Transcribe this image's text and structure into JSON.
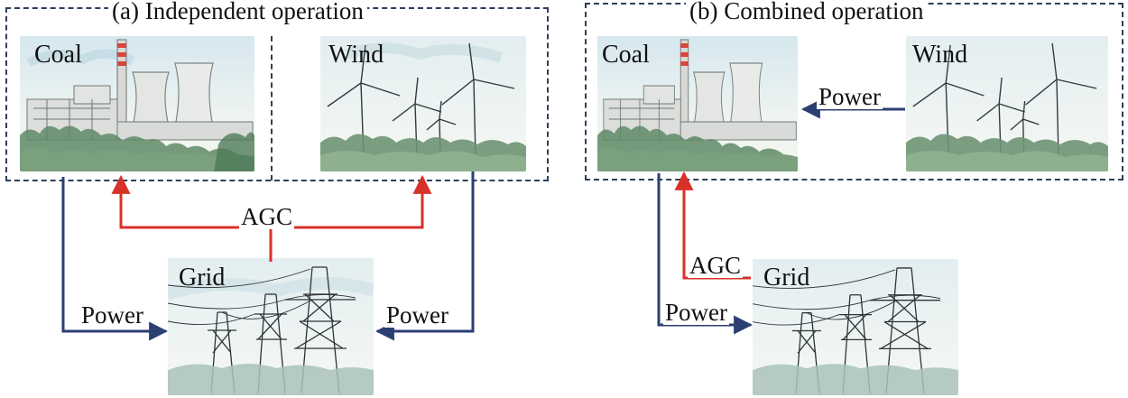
{
  "panel_a": {
    "title": "(a) Independent operation",
    "coal_label": "Coal",
    "wind_label": "Wind",
    "grid_label": "Grid",
    "agc_label": "AGC",
    "power_left_label": "Power",
    "power_right_label": "Power"
  },
  "panel_b": {
    "title": "(b) Combined operation",
    "coal_label": "Coal",
    "wind_label": "Wind",
    "grid_label": "Grid",
    "agc_label": "AGC",
    "power_wind_label": "Power",
    "power_grid_label": "Power"
  },
  "colors": {
    "power_arrow": "#2b3f73",
    "agc_arrow": "#d8312a",
    "dashed_border": "#2d3f5a"
  }
}
